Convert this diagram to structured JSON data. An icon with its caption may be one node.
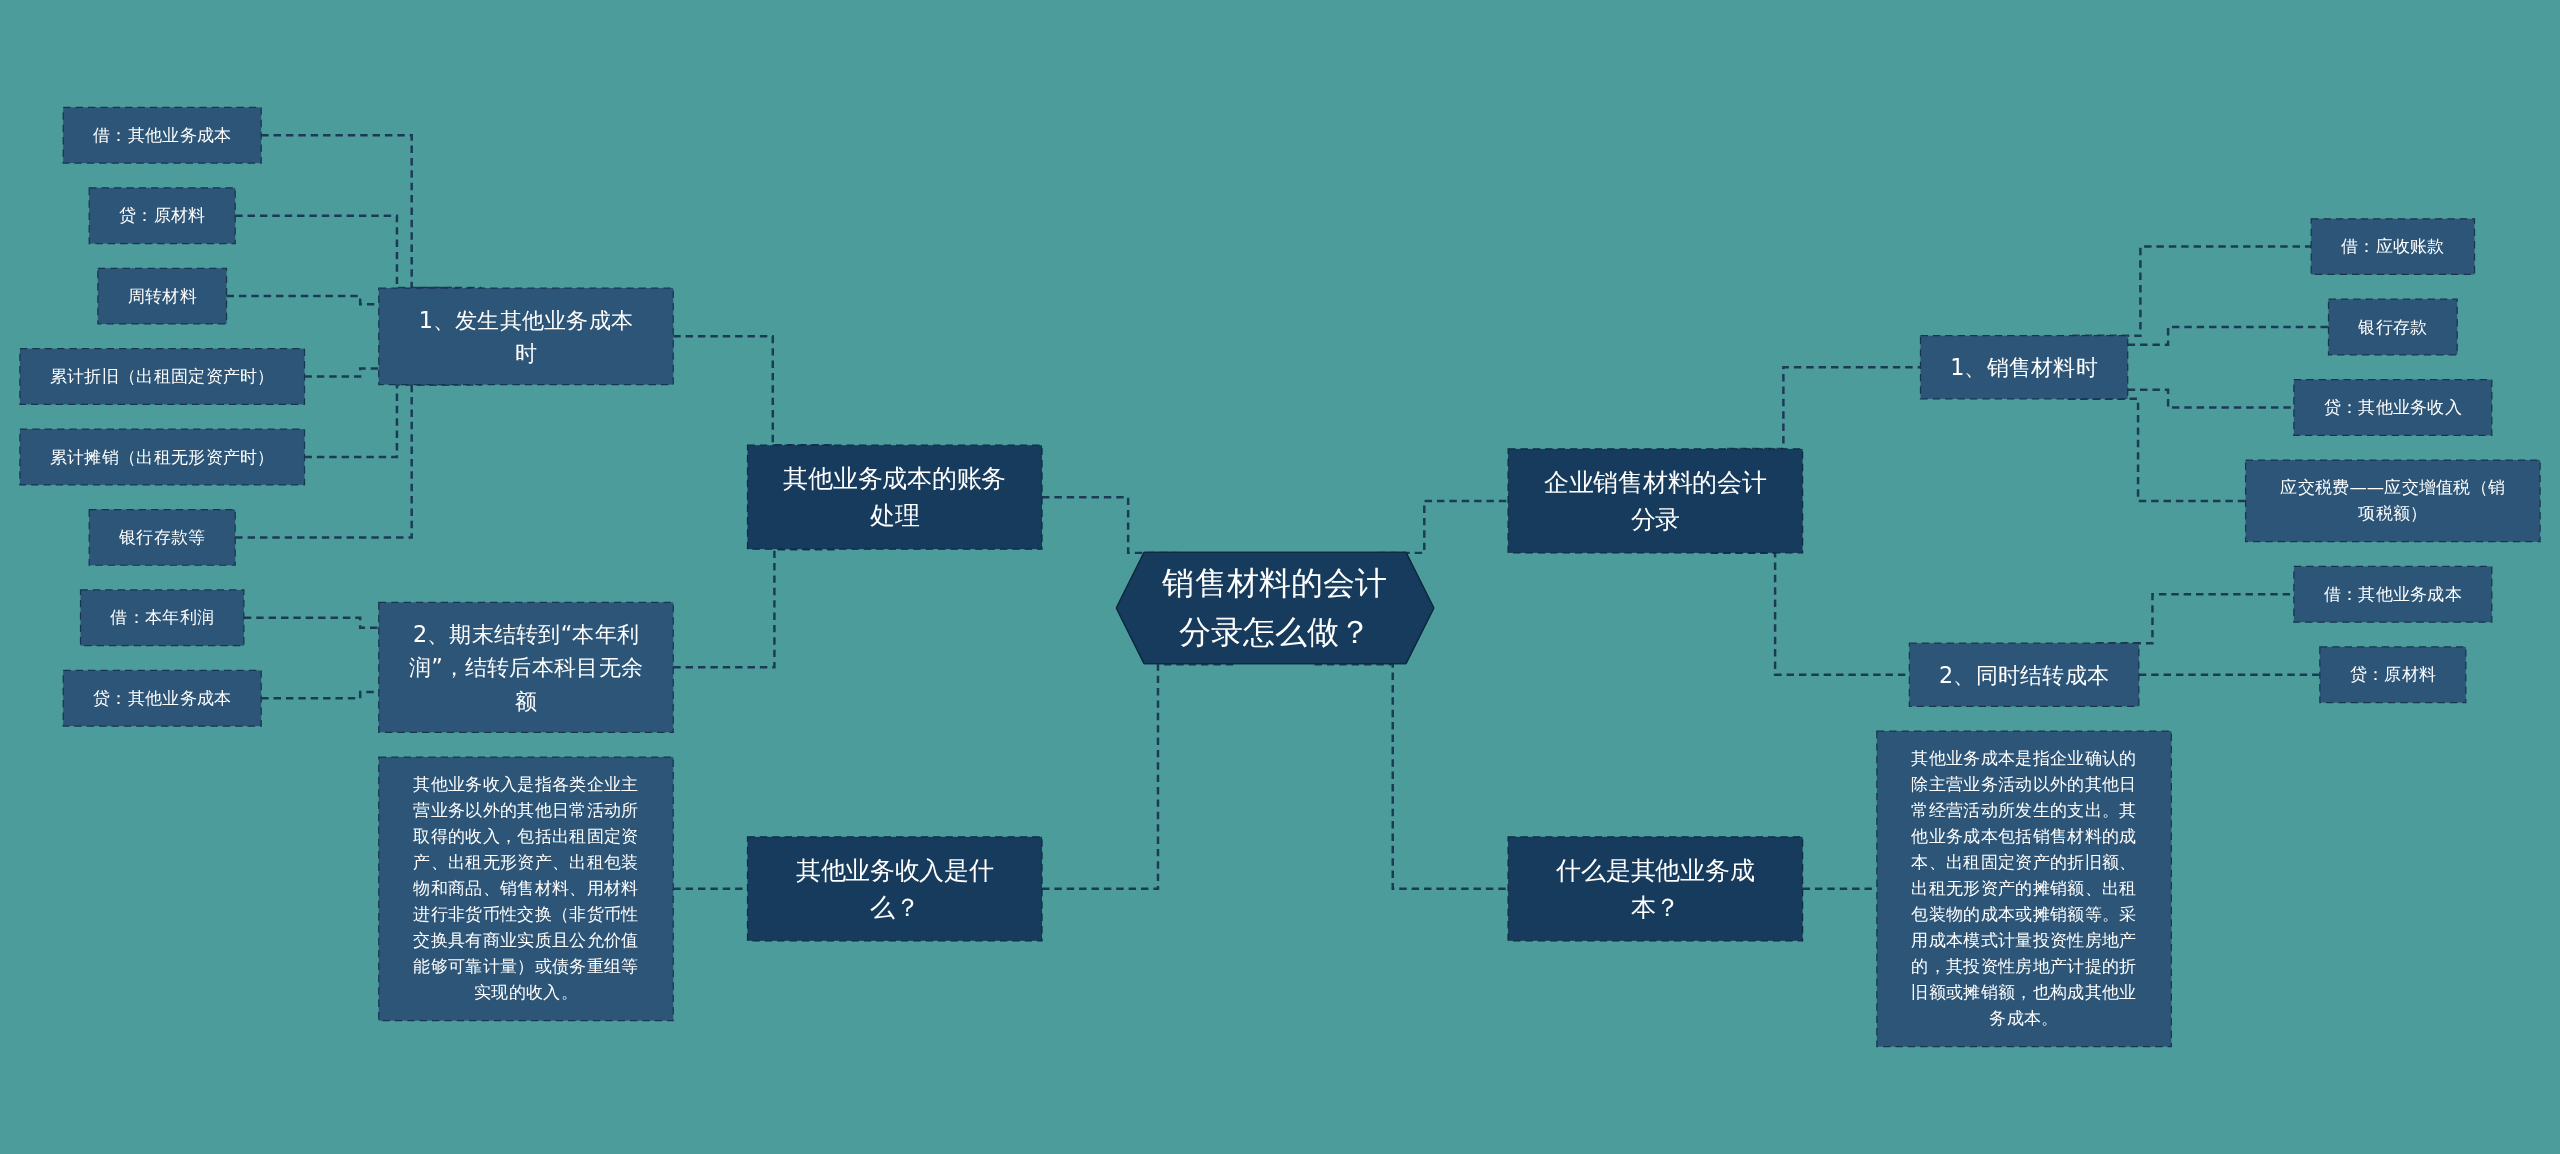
{
  "diagram": {
    "nodes": [
      {
        "text": [
          "销售材料的会计分录怎么做？"
        ]
      },
      {
        "text": [
          "企业销售材料的会计分录"
        ]
      },
      {
        "text": [
          "1、销售材料时"
        ]
      },
      {
        "text": [
          "借：应收账款"
        ]
      },
      {
        "text": [
          "银行存款"
        ]
      },
      {
        "text": [
          "贷：其他业务收入"
        ]
      },
      {
        "text": [
          "应交税费——应交增值税（销项税额）"
        ]
      },
      {
        "text": [
          "2、同时结转成本"
        ]
      },
      {
        "text": [
          "借：其他业务成本"
        ]
      },
      {
        "text": [
          "贷：原材料"
        ]
      },
      {
        "text": [
          "什么是其他业务成本？"
        ]
      },
      {
        "text": [
          "其他业务成本是指企业确认的除主营业务活动以外的其他日常经营活动所发生的支出。其他业务成本包括销售材料的成本、出租固定资产的折旧额、出租无形资产的摊销额、出租包装物的成本或摊销额等。采用成本模式计量投资性房地产的，其投资性房地产计提的折旧额或摊销额，也构成其他业务成本。"
        ]
      },
      {
        "text": [
          "其他业务收入是什么？"
        ]
      },
      {
        "text": [
          "其他业务收入是指各类企业主营业务以外的其他日常活动所取得的收入，包括出租固定资产、出租无形资产、出租包装物和商品、销售材料、用材料进行非货币性交换（非货币性交换具有商业实质且公允价值能够可靠计量）或债务重组等实现的收入。"
        ]
      },
      {
        "text": [
          "其他业务成本的账务处理"
        ]
      },
      {
        "text": [
          "1、发生其他业务成本时"
        ]
      },
      {
        "text": [
          "借：其他业务成本"
        ]
      },
      {
        "text": [
          "贷：原材料"
        ]
      },
      {
        "text": [
          "周转材料"
        ]
      },
      {
        "text": [
          "累计折旧（出租固定资产时）"
        ]
      },
      {
        "text": [
          "累计摊销（出租无形资产时）"
        ]
      },
      {
        "text": [
          "银行存款等"
        ]
      },
      {
        "text": [
          "2、期末结转到“本年利润”，结转后本科目无余额"
        ]
      },
      {
        "text": [
          "借：本年利润"
        ]
      },
      {
        "text": [
          "贷：其他业务成本"
        ]
      }
    ],
    "edges": [
      {
        "from": 0,
        "to": 1,
        "arrow": "none",
        "style": "dashed"
      },
      {
        "from": 1,
        "to": 2,
        "arrow": "none",
        "style": "dashed"
      },
      {
        "from": 2,
        "to": 3,
        "arrow": "none",
        "style": "dashed"
      },
      {
        "from": 2,
        "to": 4,
        "arrow": "none",
        "style": "dashed"
      },
      {
        "from": 2,
        "to": 5,
        "arrow": "none",
        "style": "dashed"
      },
      {
        "from": 2,
        "to": 6,
        "arrow": "none",
        "style": "dashed"
      },
      {
        "from": 1,
        "to": 7,
        "arrow": "none",
        "style": "dashed"
      },
      {
        "from": 7,
        "to": 8,
        "arrow": "none",
        "style": "dashed"
      },
      {
        "from": 7,
        "to": 9,
        "arrow": "none",
        "style": "dashed"
      },
      {
        "from": 0,
        "to": 10,
        "arrow": "none",
        "style": "dashed"
      },
      {
        "from": 10,
        "to": 11,
        "arrow": "none",
        "style": "dashed"
      },
      {
        "from": 0,
        "to": 14,
        "arrow": "none",
        "style": "dashed"
      },
      {
        "from": 14,
        "to": 15,
        "arrow": "none",
        "style": "dashed"
      },
      {
        "from": 15,
        "to": 16,
        "arrow": "none",
        "style": "dashed"
      },
      {
        "from": 15,
        "to": 17,
        "arrow": "none",
        "style": "dashed"
      },
      {
        "from": 15,
        "to": 18,
        "arrow": "none",
        "style": "dashed"
      },
      {
        "from": 15,
        "to": 19,
        "arrow": "none",
        "style": "dashed"
      },
      {
        "from": 15,
        "to": 20,
        "arrow": "none",
        "style": "dashed"
      },
      {
        "from": 15,
        "to": 21,
        "arrow": "none",
        "style": "dashed"
      },
      {
        "from": 14,
        "to": 22,
        "arrow": "none",
        "style": "dashed"
      },
      {
        "from": 22,
        "to": 23,
        "arrow": "none",
        "style": "dashed"
      },
      {
        "from": 22,
        "to": 24,
        "arrow": "none",
        "style": "dashed"
      },
      {
        "from": 0,
        "to": 12,
        "arrow": "none",
        "style": "dashed"
      },
      {
        "from": 12,
        "to": 13,
        "arrow": "none",
        "style": "dashed"
      }
    ]
  }
}
